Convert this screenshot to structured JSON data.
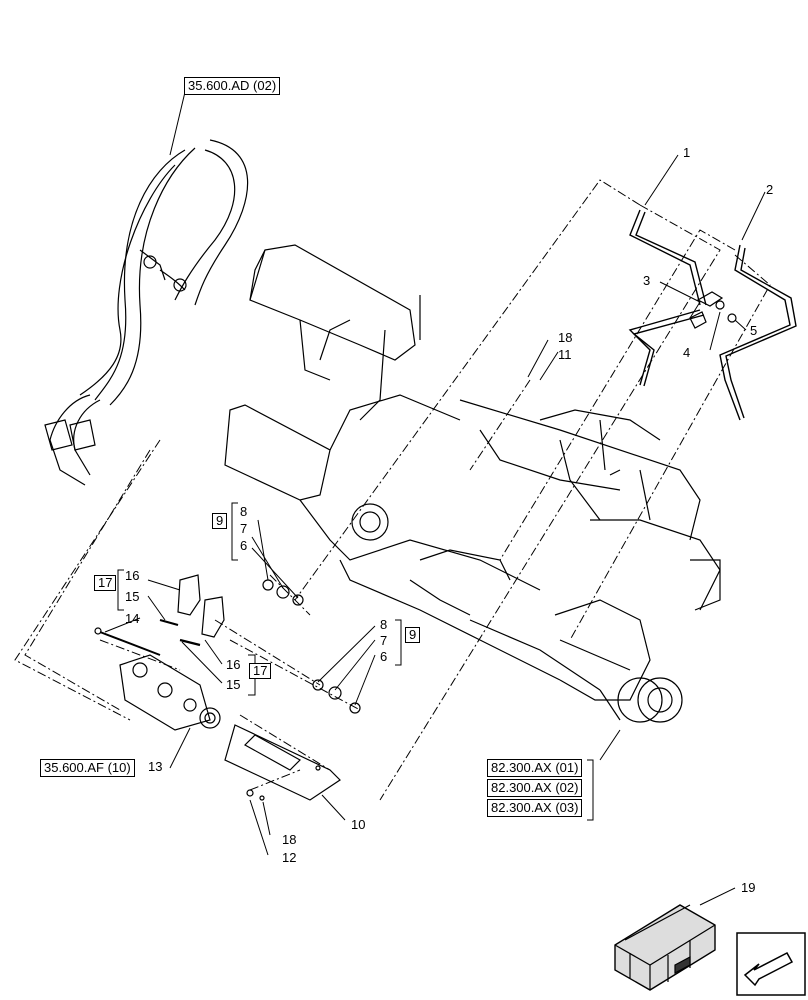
{
  "references": {
    "top_left": "35.600.AD (02)",
    "bottom_left": "35.600.AF (10)",
    "right_1": "82.300.AX (01)",
    "right_2": "82.300.AX (02)",
    "right_3": "82.300.AX (03)"
  },
  "callouts": {
    "c1": "1",
    "c2": "2",
    "c3": "3",
    "c4": "4",
    "c5": "5",
    "c18a": "18",
    "c11": "11",
    "c9a": "9",
    "c8a": "8",
    "c7a": "7",
    "c6a": "6",
    "c17a": "17",
    "c16a": "16",
    "c15a": "15",
    "c14": "14",
    "c8b": "8",
    "c7b": "7",
    "c6b": "6",
    "c9b": "9",
    "c16b": "16",
    "c17b": "17",
    "c15b": "15",
    "c13": "13",
    "c10": "10",
    "c18b": "18",
    "c12": "12",
    "c19": "19"
  },
  "icons": {
    "nav": "next-page-arrow-icon",
    "kit": "parts-kit-box-icon"
  },
  "colors": {
    "line": "#000000",
    "background": "#ffffff",
    "shade": "#dddddd"
  }
}
